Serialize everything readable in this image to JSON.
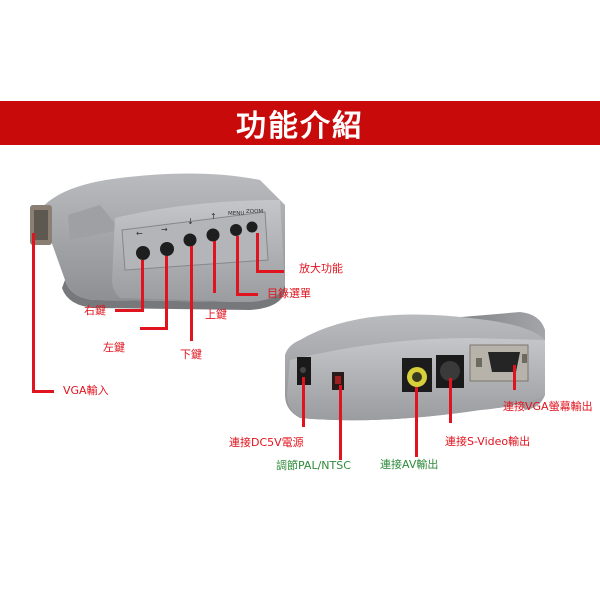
{
  "banner": {
    "title": "功能介紹",
    "bg_color": "#c80a0a"
  },
  "top_device": {
    "button_glyphs": [
      "←",
      "→",
      "↓",
      "↑",
      "MENU",
      "ZOOM"
    ],
    "callouts": [
      {
        "label": "放大功能",
        "color": "#e0141e"
      },
      {
        "label": "目錄選單",
        "color": "#e0141e"
      },
      {
        "label": "上鍵",
        "color": "#e0141e"
      },
      {
        "label": "右鍵",
        "color": "#e0141e"
      },
      {
        "label": "左鍵",
        "color": "#e0141e"
      },
      {
        "label": "下鍵",
        "color": "#e0141e"
      },
      {
        "label": "VGA輸入",
        "color": "#e0141e"
      }
    ]
  },
  "bottom_device": {
    "callouts": [
      {
        "label": "連接VGA螢幕輸出",
        "color": "#e0141e"
      },
      {
        "label": "連接DC5V電源",
        "color": "#e0141e"
      },
      {
        "label": "連接S-Video輸出",
        "color": "#e0141e"
      },
      {
        "label": "調節PAL/NTSC",
        "color": "#2f8a3a"
      },
      {
        "label": "連接AV輸出",
        "color": "#2f8a3a"
      }
    ]
  },
  "colors": {
    "accent_red": "#e0141e",
    "accent_green": "#2f8a3a",
    "device_silver": "#a7a9ac"
  }
}
